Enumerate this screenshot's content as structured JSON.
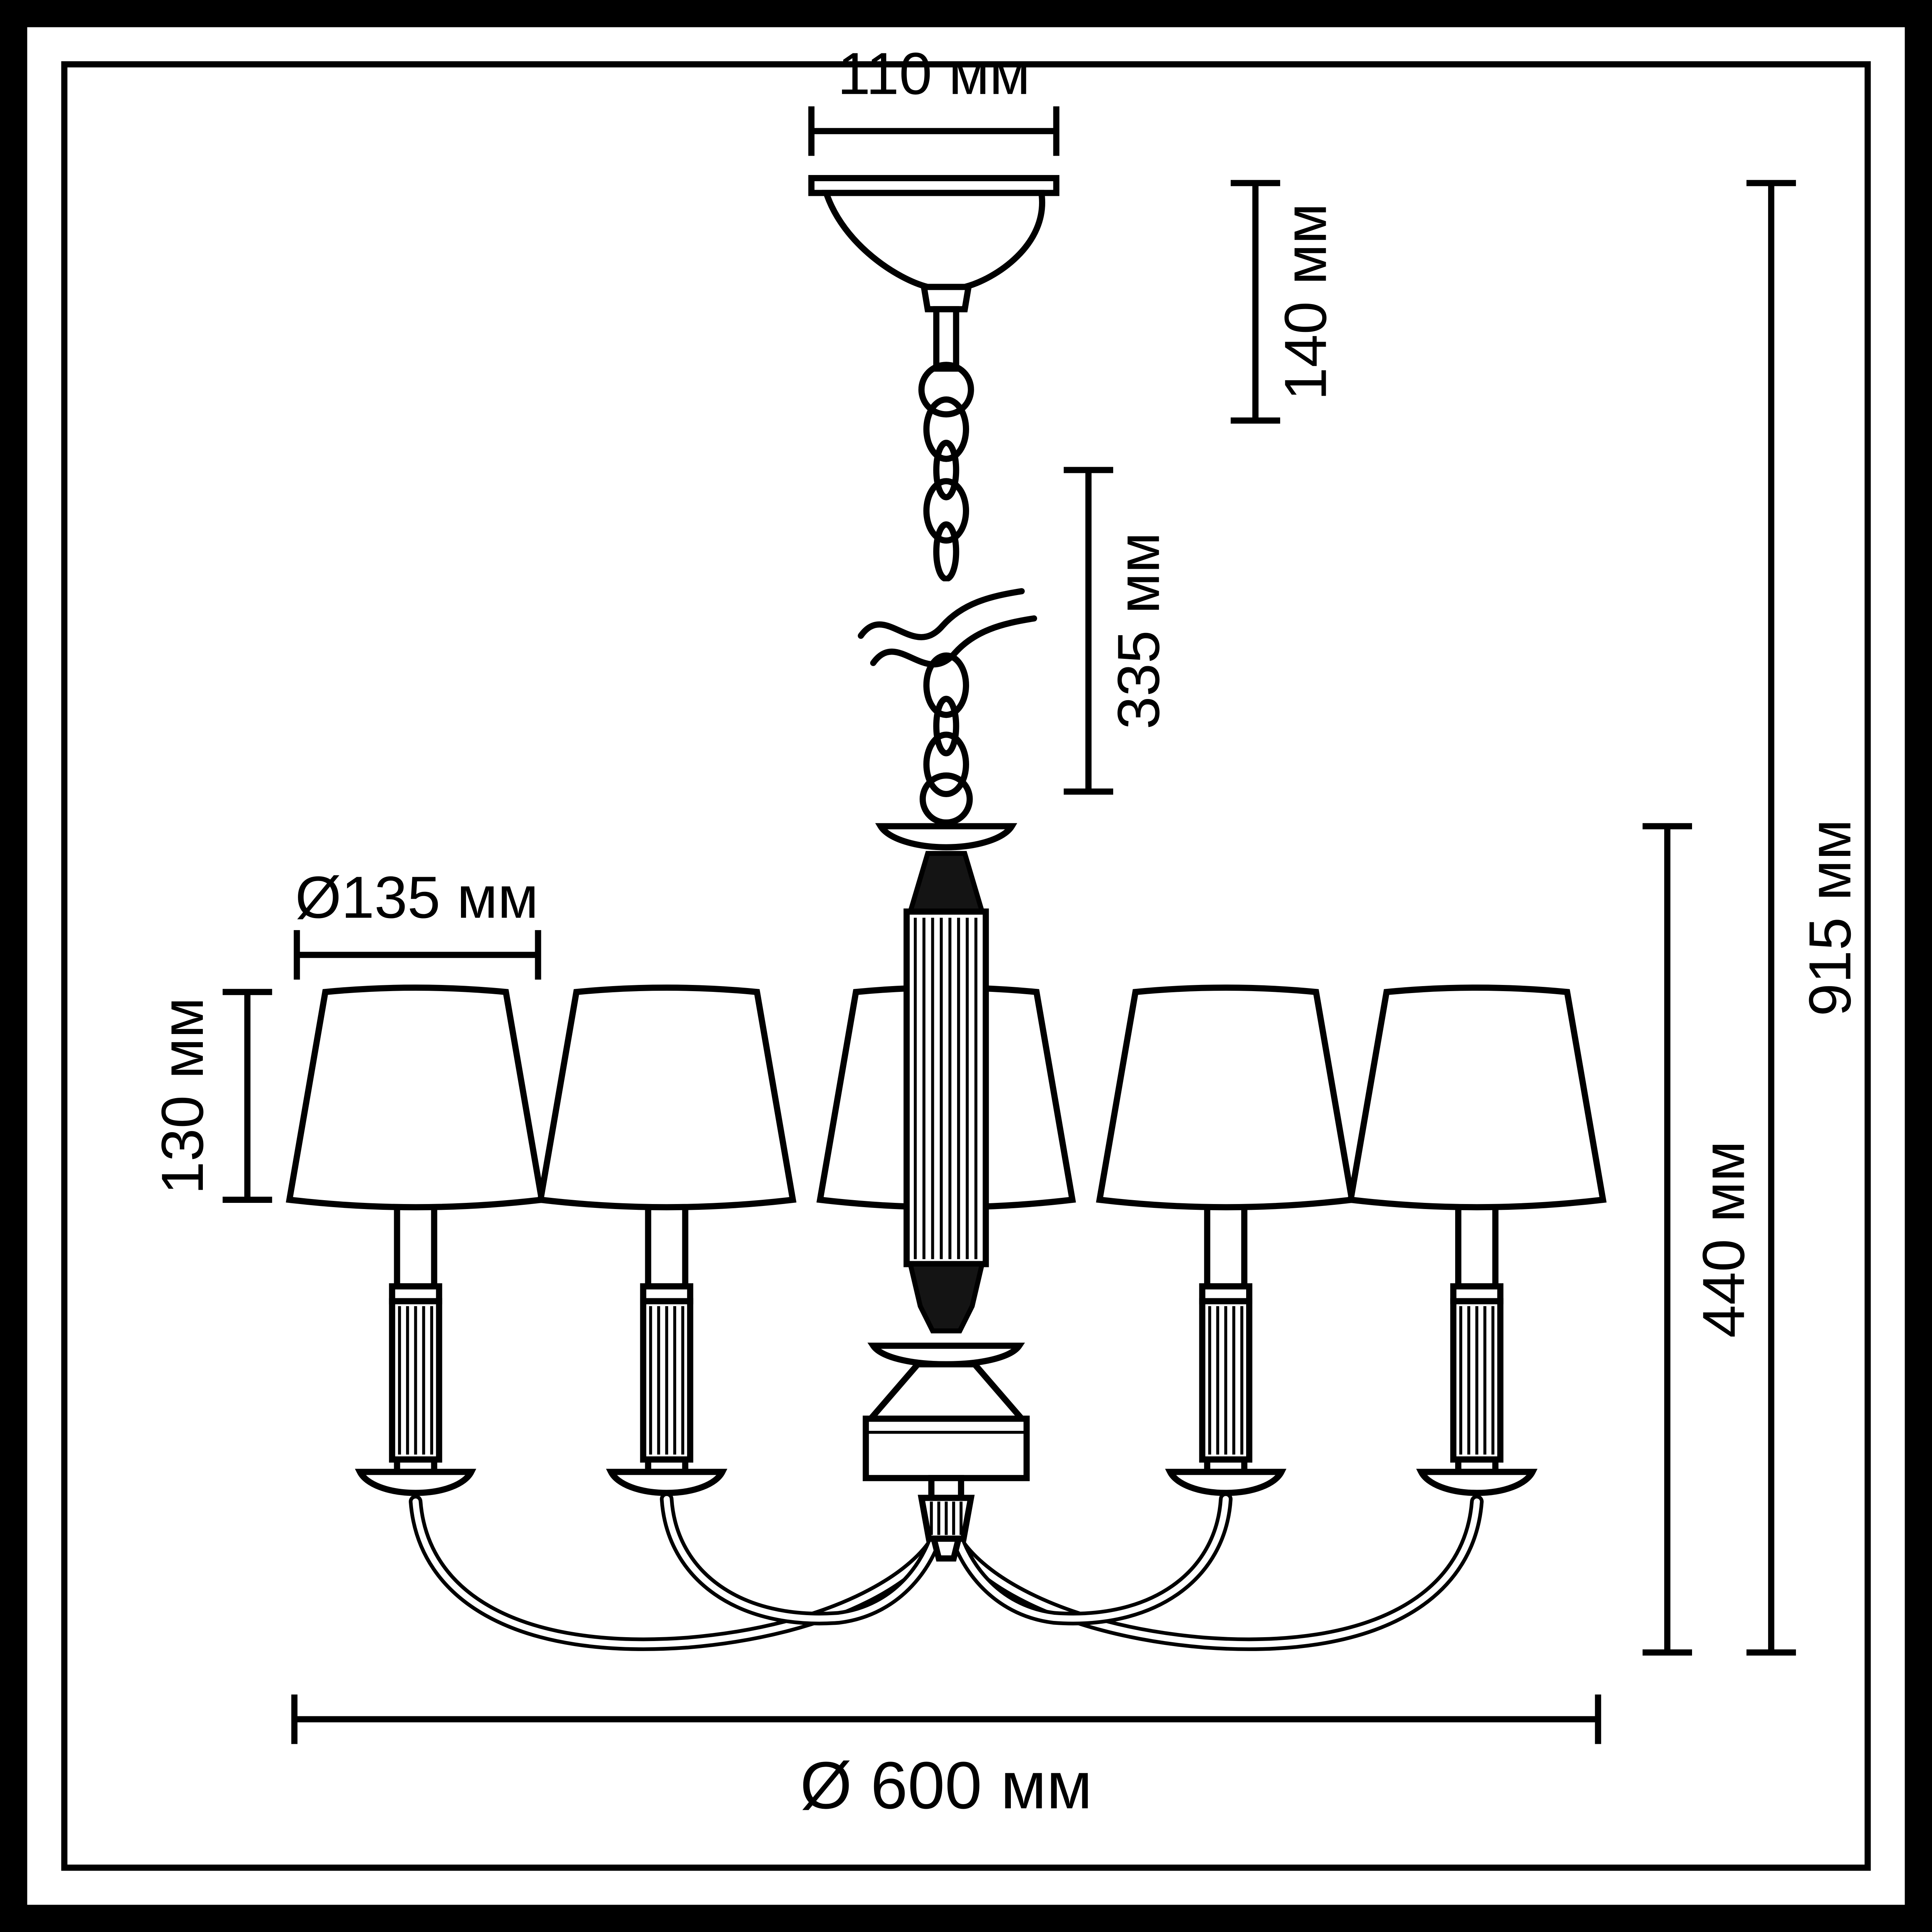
{
  "page": {
    "background": "#ffffff",
    "line_color": "#000000"
  },
  "diagram": {
    "kind": "chandelier-dimension-drawing",
    "fixture": {
      "type": "chandelier",
      "shade_count": 5
    }
  },
  "dimensions": {
    "canopy_width": {
      "label": "110 мм",
      "value_mm": 110
    },
    "canopy_drop": {
      "label": "140 мм",
      "value_mm": 140
    },
    "chain_length": {
      "label": "335 мм",
      "value_mm": 335
    },
    "shade_diameter": {
      "label": "Ø135 мм",
      "value_mm": 135
    },
    "shade_height": {
      "label": "130 мм",
      "value_mm": 130
    },
    "body_height": {
      "label": "440 мм",
      "value_mm": 440
    },
    "total_height": {
      "label": "915 мм",
      "value_mm": 915
    },
    "total_diameter": {
      "label": "Ø 600 мм",
      "value_mm": 600
    }
  }
}
